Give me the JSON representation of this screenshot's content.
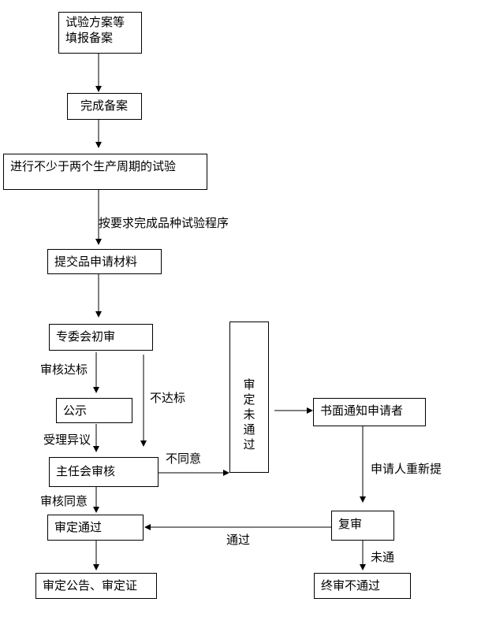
{
  "nodes": {
    "filing": "试验方案等填报备案",
    "filed": "完成备案",
    "trial": "进行不少于两个生产周期的试验",
    "submit": "提交品申请材料",
    "initial_review": "专委会初审",
    "publicity": "公示",
    "director_review": "主任会审核",
    "approved": "审定通过",
    "announce": "审定公告、审定证",
    "not_approved_vertical": [
      "审",
      "定",
      "未",
      "通",
      "过"
    ],
    "notify": "书面通知申请者",
    "re_review": "复审",
    "final_fail": "终审不通过"
  },
  "labels": {
    "complete_procedure": "按要求完成品种试验程序",
    "meets_standard": "审核达标",
    "below_standard": "不达标",
    "objection": "受理异议",
    "disagree": "不同意",
    "agree": "审核同意",
    "reapply": "申请人重新提",
    "passed": "通过",
    "not_passed": "未通"
  }
}
